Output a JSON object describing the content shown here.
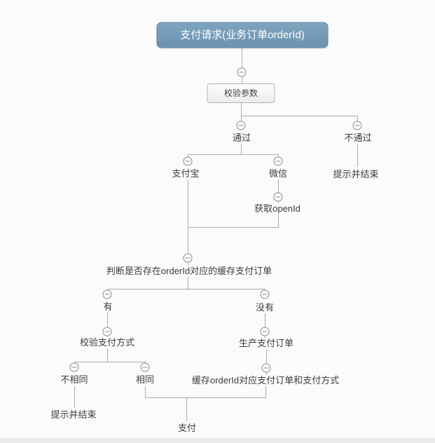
{
  "diagram": {
    "type": "mindmap-flow",
    "background": "#fbfbfb",
    "colors": {
      "root_bg": "#7096b4",
      "root_text": "#ffffff",
      "line": "#aaaaaa",
      "node_text": "#3c3c3c",
      "box_border": "#b3b3b3",
      "collapse_icon": "#8a8a8a"
    },
    "icons": {
      "collapse": "minus-circle"
    },
    "nodes": {
      "root": {
        "label": "支付请求(业务订单orderId)"
      },
      "validate": {
        "label": "校验参数"
      },
      "pass": {
        "label": "通过"
      },
      "fail": {
        "label": "不通过"
      },
      "fail_end": {
        "label": "提示并结束"
      },
      "alipay": {
        "label": "支付宝"
      },
      "wechat": {
        "label": "微信"
      },
      "get_openid": {
        "label": "获取openId"
      },
      "check_cached": {
        "label": "判断是否存在orderId对应的缓存支付订单"
      },
      "has": {
        "label": "有"
      },
      "has_not": {
        "label": "没有"
      },
      "verify_paytype": {
        "label": "校验支付方式"
      },
      "create_order": {
        "label": "生产支付订单"
      },
      "differ": {
        "label": "不相同"
      },
      "same": {
        "label": "相同"
      },
      "cache_order": {
        "label": "缓存orderId对应支付订单和支付方式"
      },
      "differ_end": {
        "label": "提示并结束"
      },
      "pay": {
        "label": "支付"
      }
    },
    "edges": [
      [
        "root",
        "validate"
      ],
      [
        "validate",
        "pass"
      ],
      [
        "validate",
        "fail"
      ],
      [
        "fail",
        "fail_end"
      ],
      [
        "pass",
        "alipay"
      ],
      [
        "pass",
        "wechat"
      ],
      [
        "wechat",
        "get_openid"
      ],
      [
        "alipay",
        "check_cached"
      ],
      [
        "get_openid",
        "check_cached"
      ],
      [
        "check_cached",
        "has"
      ],
      [
        "check_cached",
        "has_not"
      ],
      [
        "has",
        "verify_paytype"
      ],
      [
        "has_not",
        "create_order"
      ],
      [
        "verify_paytype",
        "differ"
      ],
      [
        "verify_paytype",
        "same"
      ],
      [
        "create_order",
        "cache_order"
      ],
      [
        "differ",
        "differ_end"
      ],
      [
        "same",
        "pay"
      ],
      [
        "cache_order",
        "pay"
      ]
    ]
  }
}
